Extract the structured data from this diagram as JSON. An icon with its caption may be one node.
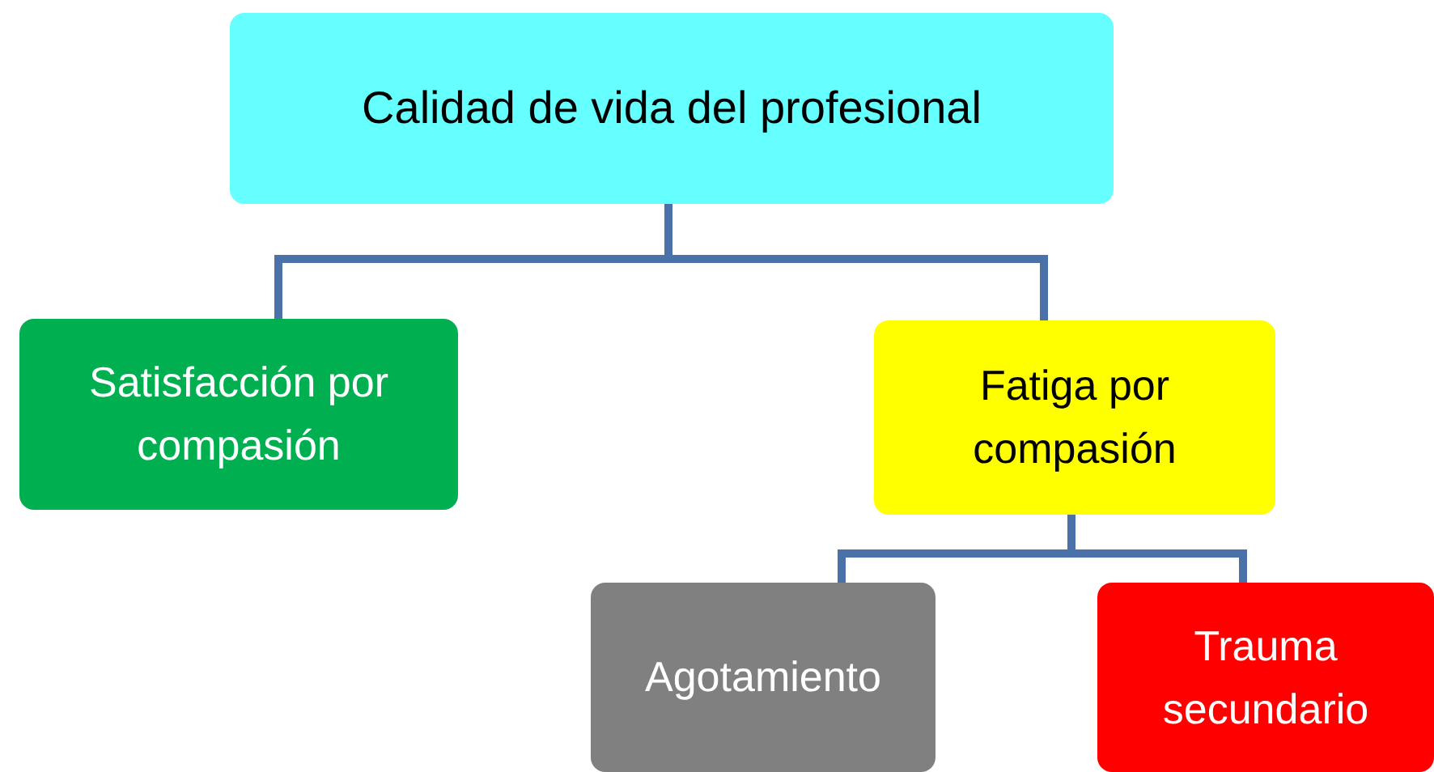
{
  "diagram": {
    "nodes": [
      {
        "text": [
          "Calidad de vida del profesional"
        ]
      },
      {
        "text": [
          "Satisfacción por compasión"
        ]
      },
      {
        "text": [
          "Fatiga por compasión"
        ]
      },
      {
        "text": [
          "Agotamiento"
        ]
      },
      {
        "text": [
          "Trauma secundario"
        ]
      }
    ],
    "edges": [
      {
        "from": 0,
        "to": 1,
        "arrow": "none"
      },
      {
        "from": 0,
        "to": 2,
        "arrow": "none"
      },
      {
        "from": 2,
        "to": 3,
        "arrow": "none"
      },
      {
        "from": 2,
        "to": 4,
        "arrow": "none"
      }
    ]
  }
}
